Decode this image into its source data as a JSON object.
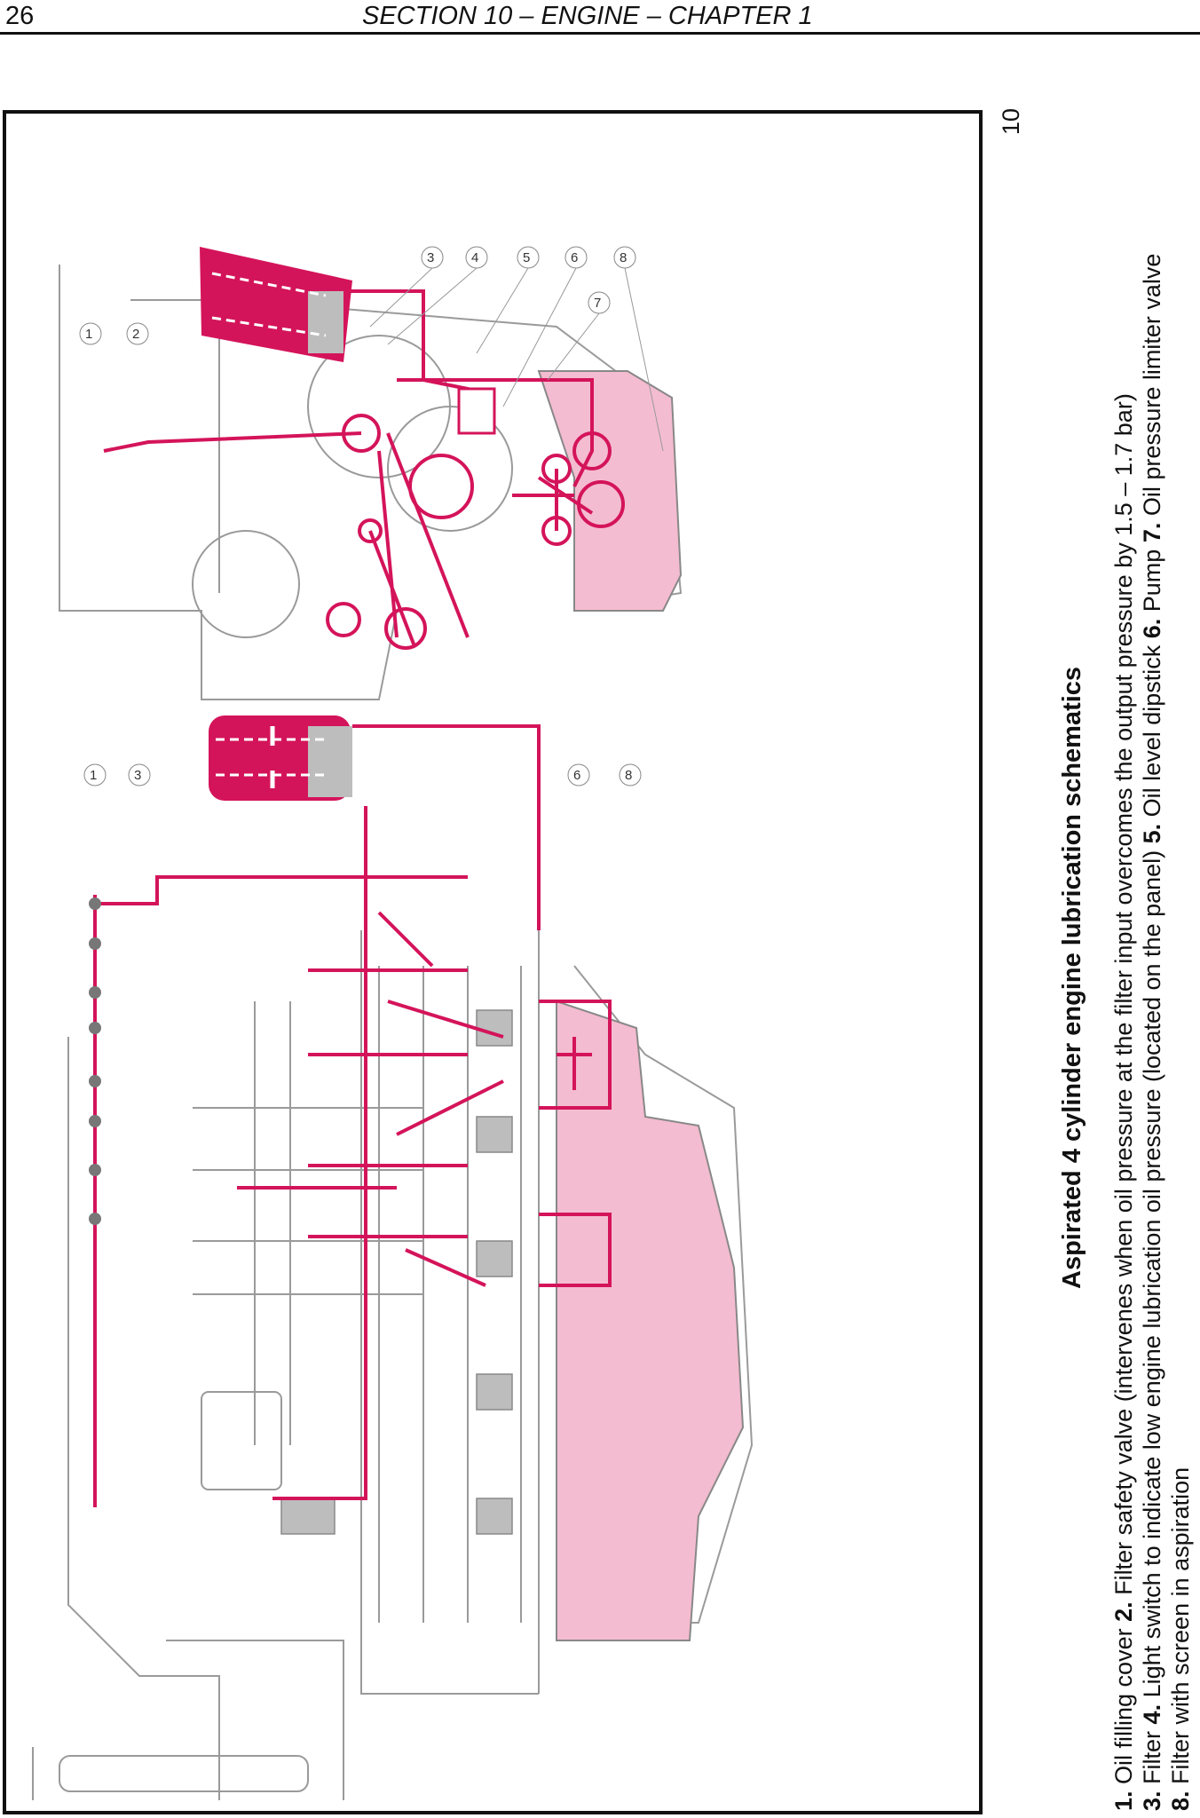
{
  "header": {
    "page_number": "26",
    "section": "SECTION 10 – ENGINE – CHAPTER 1"
  },
  "side_number": "10",
  "figure": {
    "callouts_left": [
      "1",
      "3",
      "6",
      "8"
    ],
    "callouts_right": [
      "1",
      "2",
      "3",
      "4",
      "5",
      "6",
      "7",
      "8"
    ],
    "colors": {
      "oil": "#d4145a",
      "sump": "#f4bcd0",
      "line": "#9a9a9a"
    }
  },
  "caption": {
    "title": "Aspirated 4 cylinder engine lubrication schematics",
    "legend": [
      {
        "num": "1.",
        "text": " Oil filling cover "
      },
      {
        "num": "2.",
        "text": " Filter safety valve (intervenes when oil pressure at the filter input overcomes the output pressure by 1.5 – 1.7 bar)"
      },
      {
        "num": "3.",
        "text": " Filter "
      },
      {
        "num": "4.",
        "text": " Light switch to indicate low engine lubrication oil pressure (located on the panel) "
      },
      {
        "num": "5.",
        "text": " Oil level dipstick "
      },
      {
        "num": "6.",
        "text": " Pump "
      },
      {
        "num": "7.",
        "text": " Oil pressure limiter valve"
      },
      {
        "num": "8.",
        "text": " Filter with screen in aspiration"
      }
    ]
  }
}
